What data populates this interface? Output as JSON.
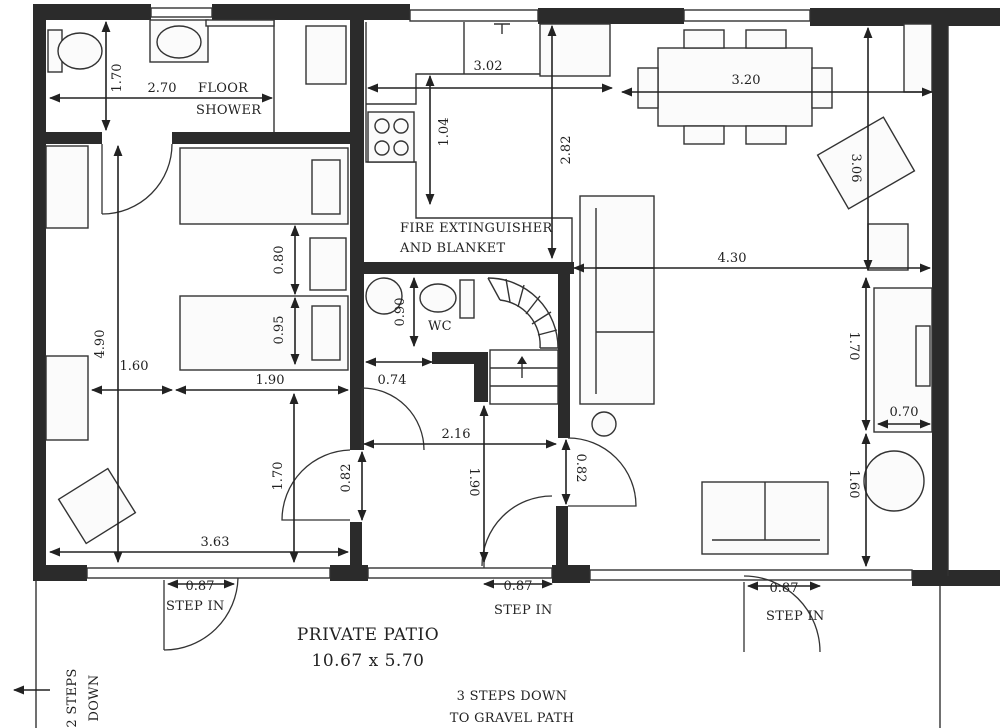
{
  "rooms": {
    "floor_shower": [
      "FLOOR",
      "SHOWER"
    ],
    "fire": [
      "FIRE EXTINGUISHER",
      "AND BLANKET"
    ],
    "wc": "WC",
    "step_in": "STEP IN",
    "patio_title": "PRIVATE PATIO",
    "patio_size": "10.67 x 5.70",
    "steps_down_gravel": [
      "3 STEPS DOWN",
      "TO GRAVEL PATH"
    ],
    "two_steps": [
      "2 STEPS",
      "DOWN"
    ]
  },
  "dimensions": {
    "bath_width": "2.70",
    "bath_height": "1.70",
    "kitchen_width": "3.02",
    "kitchen_depth": "1.04",
    "kitchen_height": "2.82",
    "dining_width": "3.20",
    "lounge_right_height": "3.06",
    "lounge_width": "4.30",
    "bed_gap": "0.80",
    "bed_height": "0.95",
    "bedroom_height": "4.90",
    "bedroom_mid_width": "1.60",
    "bedroom_lower_width": "1.90",
    "wc_depth": "0.90",
    "wc_width": "0.74",
    "hall_width": "2.16",
    "cabinet_height": "1.70",
    "cabinet_width": "0.70",
    "hall_door_left": "0.82",
    "hall_height": "1.90",
    "hall_door_right": "0.82",
    "round_table_height": "1.60",
    "bedroom_low_height": "1.70",
    "bedroom_width": "3.63",
    "door_left": "0.87",
    "door_mid": "0.87",
    "door_right": "0.87"
  }
}
